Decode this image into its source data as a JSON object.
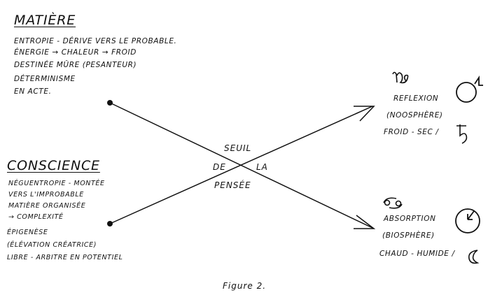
{
  "matiere": {
    "title": "Matière",
    "lines": [
      "Entropie - dérive vers le probable.",
      "Énergie → chaleur → froid",
      "Destinée mûre (pesanteur)",
      "Déterminisme",
      "en acte."
    ]
  },
  "conscience": {
    "title": "Conscience",
    "lines": [
      "Néguentropie - montée",
      "vers l'improbable",
      "matière organisée",
      "→ complexité",
      "Épigenèse",
      "(élévation créatrice)",
      "libre - arbitre en potentiel"
    ]
  },
  "center": {
    "seuil": "Seuil",
    "de": "De",
    "la": "La",
    "pensee": "Pensée"
  },
  "reflexion": {
    "lines": [
      "Reflexion",
      "(noosphère)",
      "Froid - sec /"
    ],
    "zodiac_icon": "capricorn-icon",
    "planet_icon": "mars-icon",
    "planet_icon_2": "saturn-icon"
  },
  "absorption": {
    "lines": [
      "Absorption",
      "(biosphère)",
      "chaud - humide /"
    ],
    "zodiac_icon": "cancer-icon",
    "planet_icon": "mars-icon",
    "planet_icon_2": "moon-icon"
  },
  "caption": "Figure 2."
}
